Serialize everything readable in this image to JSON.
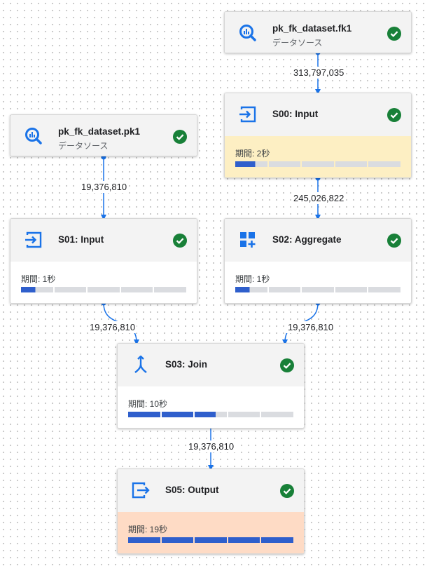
{
  "colors": {
    "edge": "#1a73e8",
    "check": "#188038",
    "bar_fill": "#2f5fcc",
    "bar_empty": "#dadce0",
    "highlight_yellow": "#fdefc3",
    "highlight_orange": "#fedbc5",
    "icon_blue": "#1a73e8"
  },
  "nodes": {
    "fk1": {
      "title": "pk_fk_dataset.fk1",
      "subtitle": "データソース",
      "icon": "bigquery-icon",
      "status": "check-icon"
    },
    "pk1": {
      "title": "pk_fk_dataset.pk1",
      "subtitle": "データソース",
      "icon": "bigquery-icon",
      "status": "check-icon"
    },
    "s00": {
      "title": "S00: Input",
      "duration": "期間: 2秒",
      "icon": "input-icon",
      "status": "check-icon",
      "progress": 0.125
    },
    "s01": {
      "title": "S01: Input",
      "duration": "期間: 1秒",
      "icon": "input-icon",
      "status": "check-icon",
      "progress": 0.09
    },
    "s02": {
      "title": "S02: Aggregate",
      "duration": "期間: 1秒",
      "icon": "aggregate-icon",
      "status": "check-icon",
      "progress": 0.09
    },
    "s03": {
      "title": "S03: Join",
      "duration": "期間: 10秒",
      "icon": "join-icon",
      "status": "check-icon",
      "progress": 0.53
    },
    "s05": {
      "title": "S05: Output",
      "duration": "期間: 19秒",
      "icon": "output-icon",
      "status": "check-icon",
      "progress": 1.0
    }
  },
  "edges": {
    "fk1_s00": "313,797,035",
    "pk1_s01": "19,376,810",
    "s00_s02": "245,026,822",
    "s01_s03": "19,376,810",
    "s02_s03": "19,376,810",
    "s03_s05": "19,376,810"
  }
}
